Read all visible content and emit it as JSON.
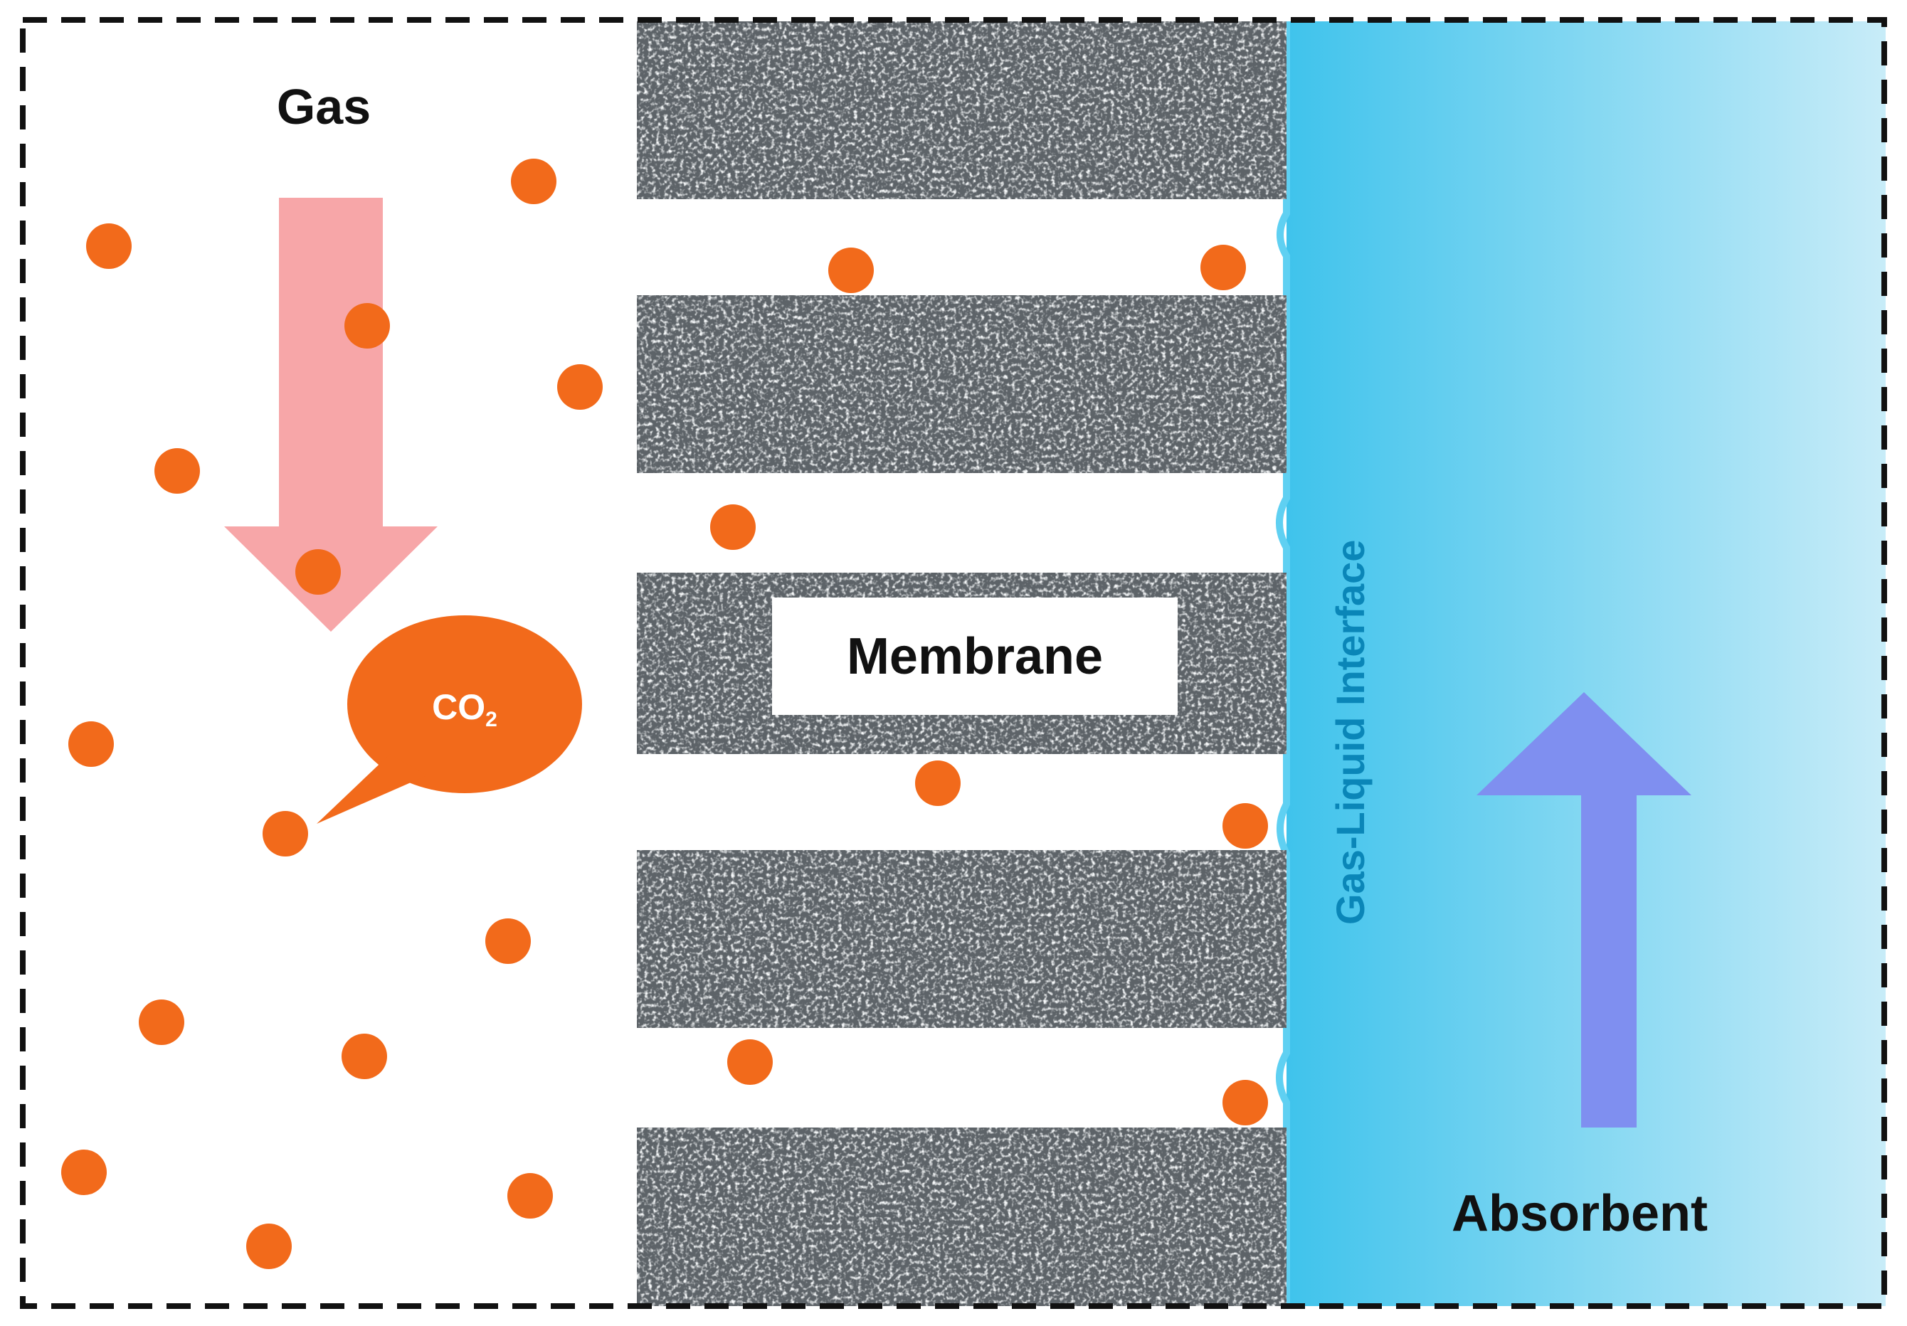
{
  "labels": {
    "gas": "Gas",
    "membrane": "Membrane",
    "absorbent": "Absorbent",
    "co2_main": "CO",
    "co2_sub": "2",
    "interface": "Gas-Liquid Interface"
  },
  "colors": {
    "gas_side_background": "#ffffff",
    "molecule": "#f26a1b",
    "co2_bubble": "#f26a1b",
    "gas_flow_arrow": "#f7a6a8",
    "membrane_texture": "#5d6368",
    "absorbent_light": "#c8ecf8",
    "absorbent_dark": "#3fc3ec",
    "absorbent_flow_arrow": "#7f8ff0",
    "border": "#111111"
  },
  "icons": {
    "gas_flow": "down-arrow-icon",
    "absorbent_flow": "up-arrow-icon",
    "molecule": "co2-molecule-dot"
  }
}
